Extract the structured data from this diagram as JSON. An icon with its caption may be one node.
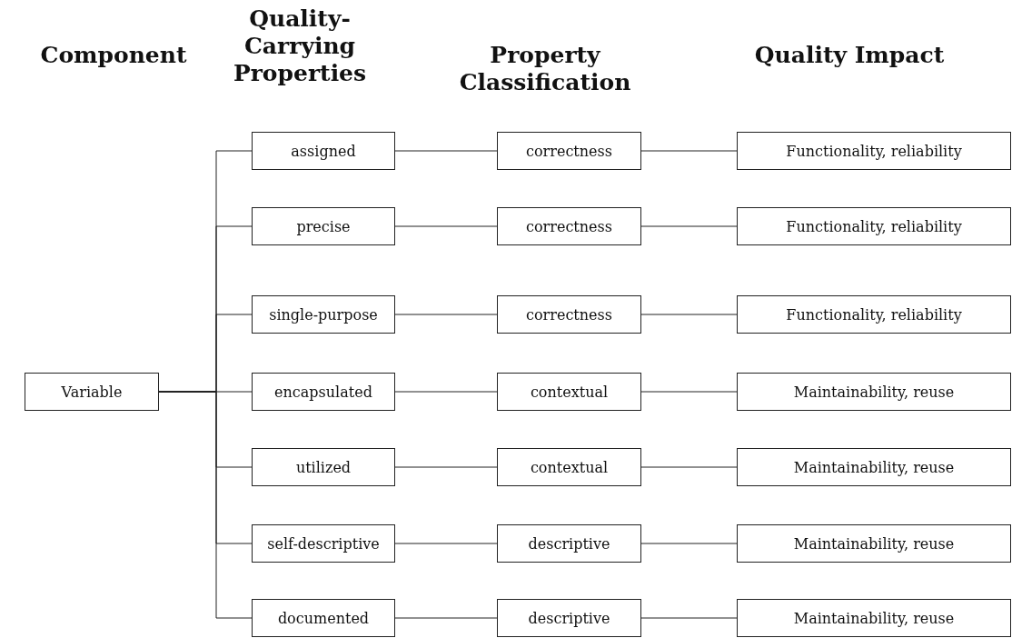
{
  "diagram": {
    "nodes": [
      {
        "text": [
          "Variable"
        ]
      },
      {
        "text": [
          "assigned"
        ]
      },
      {
        "text": [
          "correctness"
        ]
      },
      {
        "text": [
          "Functionality, reliability"
        ]
      },
      {
        "text": [
          "precise"
        ]
      },
      {
        "text": [
          "correctness"
        ]
      },
      {
        "text": [
          "Functionality, reliability"
        ]
      },
      {
        "text": [
          "single-purpose"
        ]
      },
      {
        "text": [
          "correctness"
        ]
      },
      {
        "text": [
          "Functionality, reliability"
        ]
      },
      {
        "text": [
          "encapsulated"
        ]
      },
      {
        "text": [
          "contextual"
        ]
      },
      {
        "text": [
          "Maintainability, reuse"
        ]
      },
      {
        "text": [
          "utilized"
        ]
      },
      {
        "text": [
          "contextual"
        ]
      },
      {
        "text": [
          "Maintainability, reuse"
        ]
      },
      {
        "text": [
          "self-descriptive"
        ]
      },
      {
        "text": [
          "descriptive"
        ]
      },
      {
        "text": [
          "Maintainability, reuse"
        ]
      },
      {
        "text": [
          "documented"
        ]
      },
      {
        "text": [
          "descriptive"
        ]
      },
      {
        "text": [
          "Maintainability, reuse"
        ]
      }
    ],
    "edges": [
      {
        "from": 0,
        "to": 1,
        "arrow": "none"
      },
      {
        "from": 0,
        "to": 4,
        "arrow": "none"
      },
      {
        "from": 0,
        "to": 7,
        "arrow": "none"
      },
      {
        "from": 0,
        "to": 10,
        "arrow": "none"
      },
      {
        "from": 0,
        "to": 13,
        "arrow": "none"
      },
      {
        "from": 0,
        "to": 16,
        "arrow": "none"
      },
      {
        "from": 0,
        "to": 19,
        "arrow": "none"
      },
      {
        "from": 1,
        "to": 2,
        "arrow": "none"
      },
      {
        "from": 2,
        "to": 3,
        "arrow": "none"
      },
      {
        "from": 4,
        "to": 5,
        "arrow": "none"
      },
      {
        "from": 5,
        "to": 6,
        "arrow": "none"
      },
      {
        "from": 7,
        "to": 8,
        "arrow": "none"
      },
      {
        "from": 8,
        "to": 9,
        "arrow": "none"
      },
      {
        "from": 10,
        "to": 11,
        "arrow": "none"
      },
      {
        "from": 11,
        "to": 12,
        "arrow": "none"
      },
      {
        "from": 13,
        "to": 14,
        "arrow": "none"
      },
      {
        "from": 14,
        "to": 15,
        "arrow": "none"
      },
      {
        "from": 16,
        "to": 17,
        "arrow": "none"
      },
      {
        "from": 17,
        "to": 18,
        "arrow": "none"
      },
      {
        "from": 19,
        "to": 20,
        "arrow": "none"
      },
      {
        "from": 20,
        "to": 21,
        "arrow": "none"
      }
    ],
    "labels": [
      "Component",
      "Quality-Carrying Properties",
      "Property Classification",
      "Quality Impact"
    ]
  }
}
